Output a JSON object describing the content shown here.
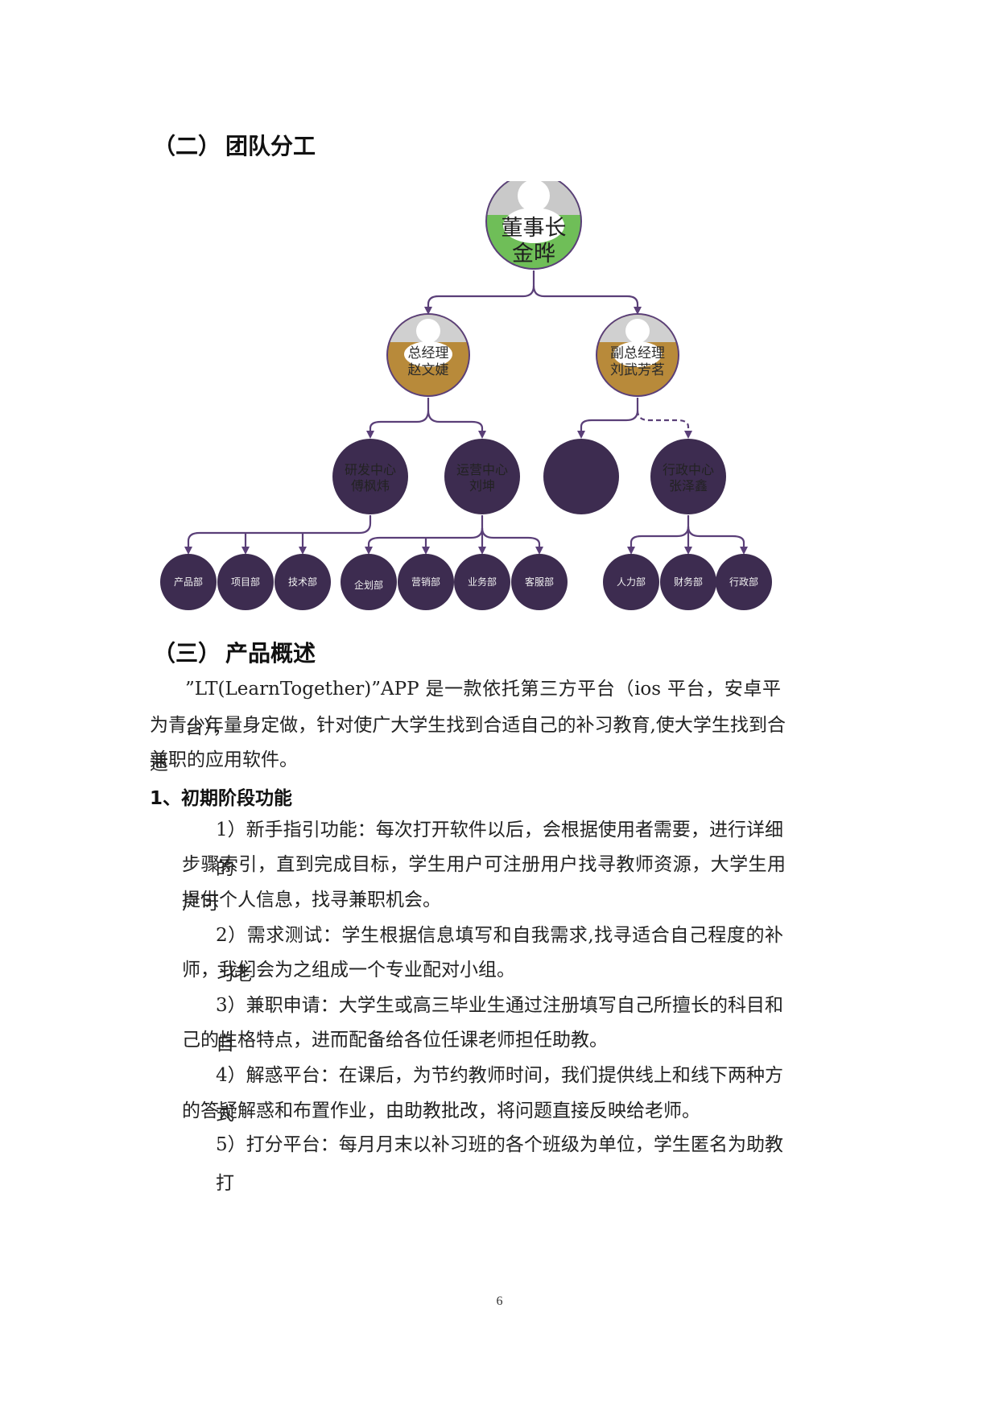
{
  "section2": {
    "number": "（二）",
    "title": "团队分工"
  },
  "org": {
    "colors": {
      "green": "#6fbe58",
      "gold": "#b88a3a",
      "purple": "#3d2c50",
      "line": "#5a3f78",
      "label": "#2b2b2b"
    },
    "chairman": {
      "role": "董事长",
      "name": "金晔"
    },
    "gm": {
      "role": "总经理",
      "name": "赵文婕"
    },
    "vgm": {
      "role": "副总经理",
      "name": "刘武芳茗"
    },
    "rd": {
      "role": "研发中心",
      "name": "傅枫炜"
    },
    "ops": {
      "role": "运营中心",
      "name": "刘坤"
    },
    "blank": {
      "role": "",
      "name": ""
    },
    "admin": {
      "role": "行政中心",
      "name": "张泽鑫"
    },
    "depts": [
      "产品部",
      "项目部",
      "技术部",
      "企划部",
      "营销部",
      "业务部",
      "客服部",
      "人力部",
      "财务部",
      "行政部"
    ]
  },
  "section3": {
    "number": "（三）",
    "title": "产品概述"
  },
  "intro": {
    "line1": "”LT(LearnTogether)”APP 是一款依托第三方平台（ios 平台，安卓平台），",
    "line2": "为青少年量身定做，针对使广大学生找到合适自己的补习教育,使大学生找到合适",
    "line3": "兼职的应用软件。"
  },
  "sub1": {
    "title": "1、初期阶段功能"
  },
  "items": [
    {
      "line1": "1）新手指引功能：每次打开软件以后，会根据使用者需要，进行详细的",
      "line2": "步骤索引，直到完成目标，学生用户可注册用户找寻教师资源，大学生用户可",
      "line3": "提供个人信息，找寻兼职机会。"
    },
    {
      "line1": "2）需求测试：学生根据信息填写和自我需求,找寻适合自己程度的补习老",
      "line2": "师，我们会为之组成一个专业配对小组。"
    },
    {
      "line1": "3）兼职申请：大学生或高三毕业生通过注册填写自己所擅长的科目和自",
      "line2": "己的性格特点，进而配备给各位任课老师担任助教。"
    },
    {
      "line1": "4）解惑平台：在课后，为节约教师时间，我们提供线上和线下两种方式",
      "line2": "的答疑解惑和布置作业，由助教批改，将问题直接反映给老师。"
    },
    {
      "line1": "5）打分平台：每月月末以补习班的各个班级为单位，学生匿名为助教打"
    }
  ],
  "page_number": "6"
}
